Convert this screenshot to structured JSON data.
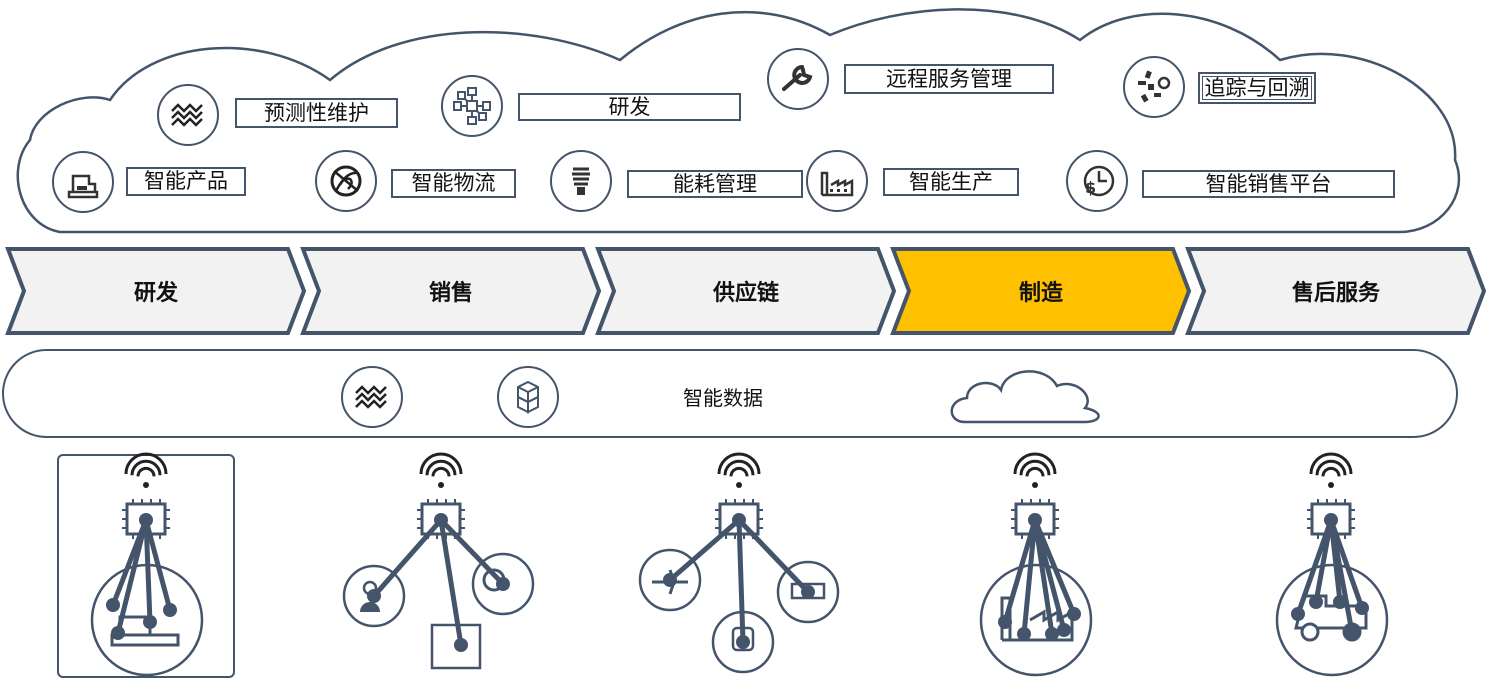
{
  "cloud": {
    "services": [
      {
        "label": "预测性维护",
        "icon": "wave-icon"
      },
      {
        "label": "研发",
        "icon": "network-icon"
      },
      {
        "label": "远程服务管理",
        "icon": "wrench-icon"
      },
      {
        "label": "追踪与回溯",
        "icon": "trace-icon"
      },
      {
        "label": "智能产品",
        "icon": "machine-icon"
      },
      {
        "label": "智能物流",
        "icon": "globe-icon"
      },
      {
        "label": "能耗管理",
        "icon": "bulb-icon"
      },
      {
        "label": "智能生产",
        "icon": "factory-icon"
      },
      {
        "label": "智能销售平台",
        "icon": "dollar-clock-icon"
      }
    ]
  },
  "value_chain": {
    "stages": [
      {
        "label": "研发",
        "active": false
      },
      {
        "label": "销售",
        "active": false
      },
      {
        "label": "供应链",
        "active": false
      },
      {
        "label": "制造",
        "active": true
      },
      {
        "label": "售后服务",
        "active": false
      }
    ],
    "colors": {
      "active": "#ffc000",
      "inactive": "#f2f2f2",
      "border": "#44546a"
    }
  },
  "data_band": {
    "title": "智能数据",
    "icons": [
      "wave-icon",
      "cubes-icon",
      "cloud-icon"
    ]
  },
  "devices": [
    {
      "stage": "研发",
      "icon": "wifi-chip-icon",
      "targets": [
        "machine-icon"
      ],
      "highlighted": true
    },
    {
      "stage": "销售",
      "icon": "wifi-chip-icon",
      "targets": [
        "customer-icon",
        "service-icon",
        "invoice-icon"
      ],
      "highlighted": false
    },
    {
      "stage": "供应链",
      "icon": "wifi-chip-icon",
      "targets": [
        "airplane-icon",
        "train-icon",
        "truck-icon"
      ],
      "highlighted": false
    },
    {
      "stage": "制造",
      "icon": "wifi-chip-icon",
      "targets": [
        "factory-icon"
      ],
      "highlighted": false
    },
    {
      "stage": "售后服务",
      "icon": "wifi-chip-icon",
      "targets": [
        "truck-icon"
      ],
      "highlighted": false
    }
  ]
}
